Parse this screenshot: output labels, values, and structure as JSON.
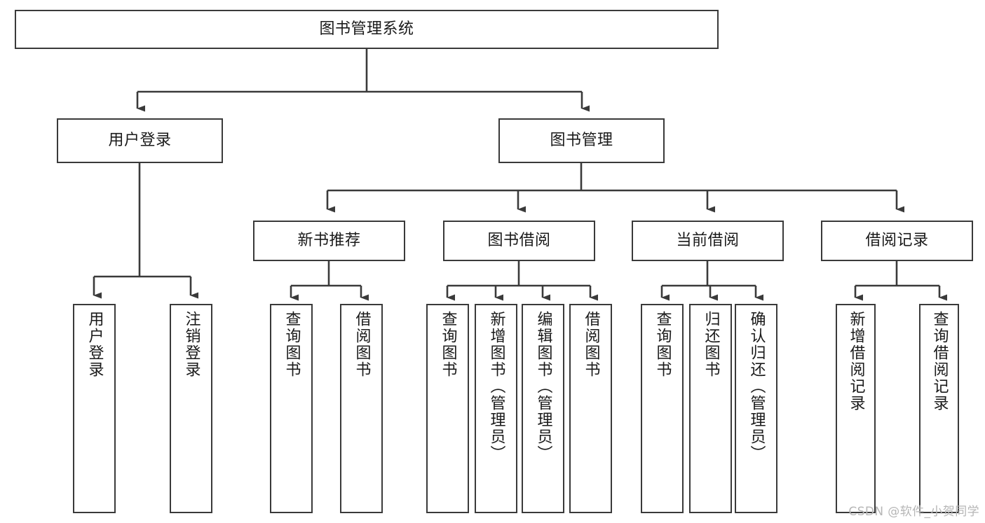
{
  "diagram": {
    "type": "tree-hierarchy-chart",
    "title": "图书管理系统",
    "line_color": "#3a3a3a",
    "box_fill": "#ffffff",
    "text_color": "#1a1a1a",
    "levels": [
      {
        "level": 1,
        "nodes": [
          {
            "id": "root",
            "label": "图书管理系统",
            "orientation": "horizontal"
          }
        ]
      },
      {
        "level": 2,
        "nodes": [
          {
            "id": "login",
            "label": "用户登录",
            "orientation": "horizontal",
            "parent": "root"
          },
          {
            "id": "bookmgmt",
            "label": "图书管理",
            "orientation": "horizontal",
            "parent": "root"
          }
        ]
      },
      {
        "level": 3,
        "nodes": [
          {
            "id": "newrec",
            "label": "新书推荐",
            "orientation": "horizontal",
            "parent": "bookmgmt"
          },
          {
            "id": "borrow",
            "label": "图书借阅",
            "orientation": "horizontal",
            "parent": "bookmgmt"
          },
          {
            "id": "current",
            "label": "当前借阅",
            "orientation": "horizontal",
            "parent": "bookmgmt"
          },
          {
            "id": "records",
            "label": "借阅记录",
            "orientation": "horizontal",
            "parent": "bookmgmt"
          }
        ]
      },
      {
        "level": 4,
        "nodes": [
          {
            "id": "leaf1",
            "label": "用户登录",
            "orientation": "vertical",
            "parent": "login"
          },
          {
            "id": "leaf2",
            "label": "注销登录",
            "orientation": "vertical",
            "parent": "login"
          },
          {
            "id": "leaf3",
            "label": "查询图书",
            "orientation": "vertical",
            "parent": "newrec"
          },
          {
            "id": "leaf4",
            "label": "借阅图书",
            "orientation": "vertical",
            "parent": "newrec"
          },
          {
            "id": "leaf5",
            "label": "查询图书",
            "orientation": "vertical",
            "parent": "borrow"
          },
          {
            "id": "leaf6",
            "label": "新增图书（管理员）",
            "orientation": "vertical",
            "parent": "borrow"
          },
          {
            "id": "leaf7",
            "label": "编辑图书（管理员）",
            "orientation": "vertical",
            "parent": "borrow"
          },
          {
            "id": "leaf8",
            "label": "借阅图书",
            "orientation": "vertical",
            "parent": "borrow"
          },
          {
            "id": "leaf9",
            "label": "查询图书",
            "orientation": "vertical",
            "parent": "current"
          },
          {
            "id": "leaf10",
            "label": "归还图书",
            "orientation": "vertical",
            "parent": "current"
          },
          {
            "id": "leaf11",
            "label": "确认归还（管理员）",
            "orientation": "vertical",
            "parent": "current"
          },
          {
            "id": "leaf12",
            "label": "新增借阅记录",
            "orientation": "vertical",
            "parent": "records"
          },
          {
            "id": "leaf13",
            "label": "查询借阅记录",
            "orientation": "vertical",
            "parent": "records"
          }
        ]
      }
    ]
  },
  "watermark": {
    "text": "CSDN @软件_小贺同学"
  }
}
